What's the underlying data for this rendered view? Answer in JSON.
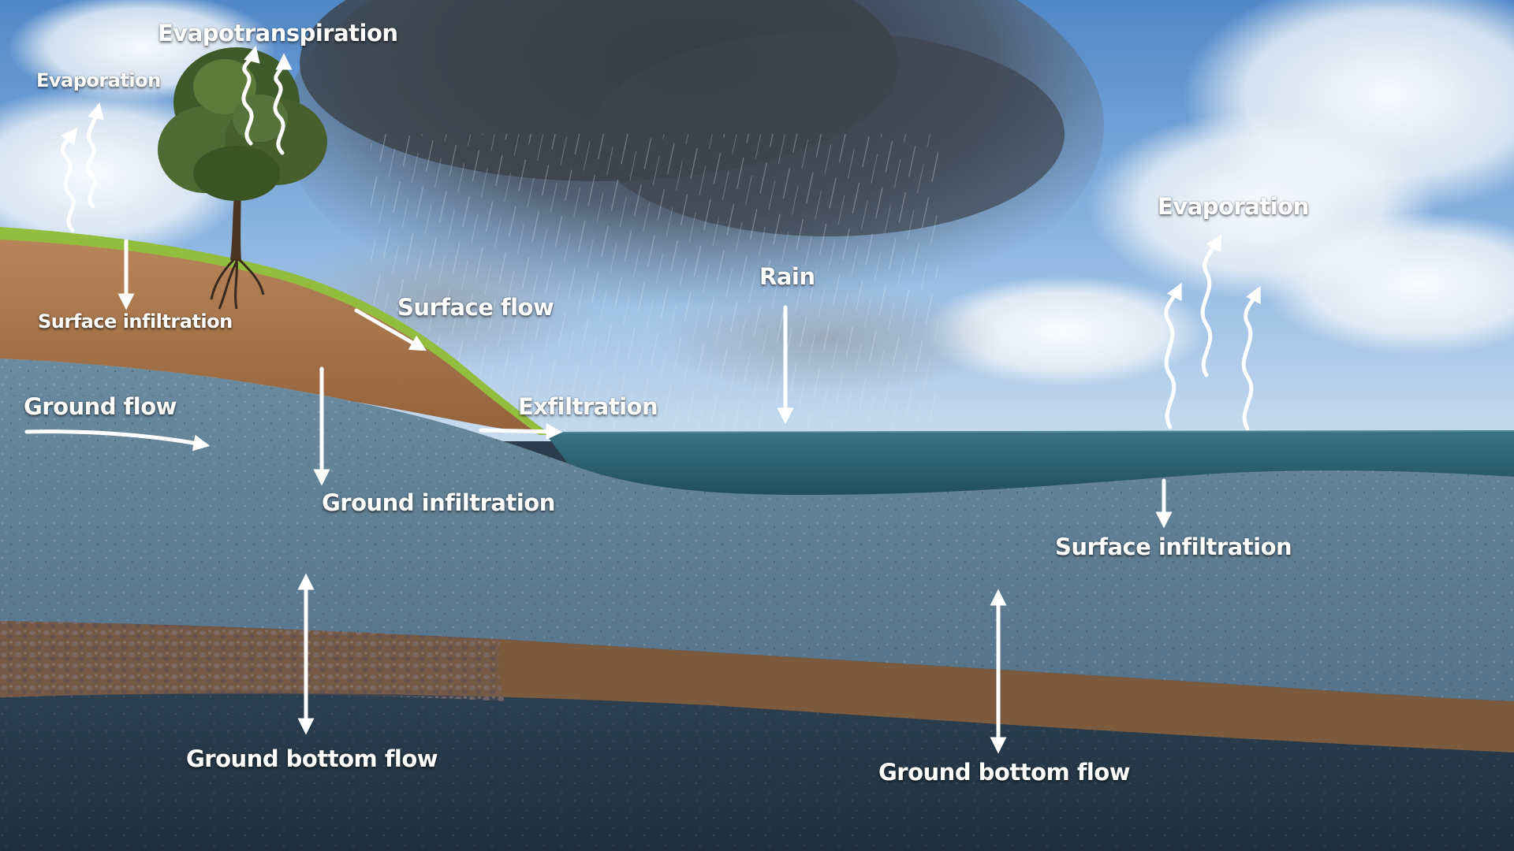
{
  "labels": {
    "evapotranspiration": "Evapotranspiration",
    "evaporation_left": "Evaporation",
    "surface_infiltration_left": "Surface infiltration",
    "surface_flow": "Surface flow",
    "ground_flow": "Ground flow",
    "exfiltration": "Exfiltration",
    "rain": "Rain",
    "ground_infiltration": "Ground infiltration",
    "evaporation_right": "Evaporation",
    "surface_infiltration_right": "Surface infiltration",
    "ground_bottom_flow_left": "Ground bottom flow",
    "ground_bottom_flow_right": "Ground bottom flow"
  },
  "colors": {
    "sky_top": "#5d93d2",
    "storm_cloud": "#3a4048",
    "sea": "#2d6274",
    "grass": "#8fb93e",
    "topsoil": "#a8764a",
    "aquifer": "#5f7f93",
    "clay_layer": "#7a5a3f",
    "bedrock": "#26394a",
    "arrow": "#ffffff"
  }
}
